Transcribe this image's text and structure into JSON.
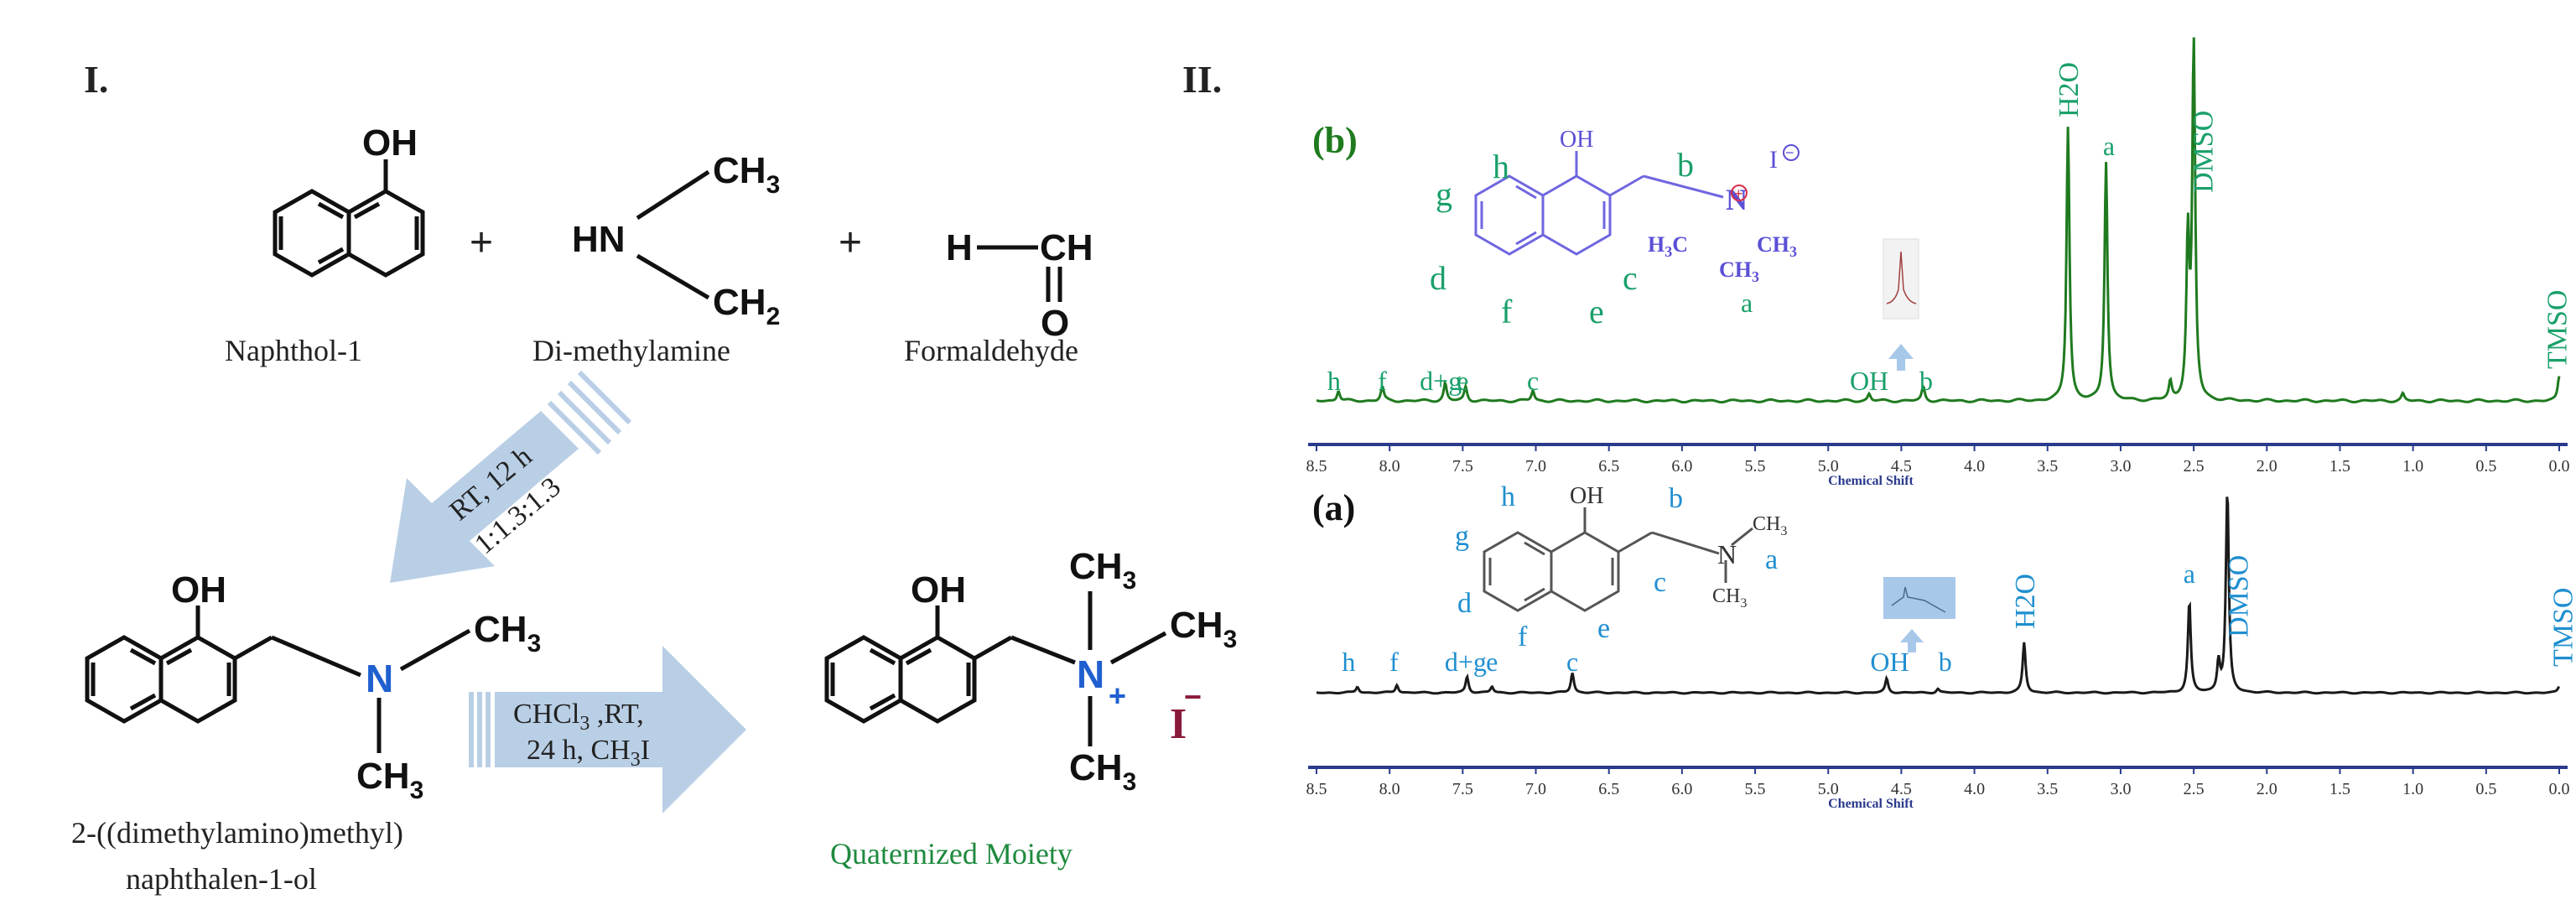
{
  "panels": {
    "scheme_label": "I.",
    "nmr_label": "II."
  },
  "reactants": {
    "naphthol": {
      "name": "Naphthol-1",
      "oh": "OH"
    },
    "plus": "+",
    "amine": {
      "name": "Di-methylamine",
      "hn": "HN",
      "ch3": "CH",
      "ch3_sub": "3",
      "ch2": "CH",
      "ch2_sub": "2"
    },
    "formaldehyde": {
      "name": "Formaldehyde",
      "h": "H",
      "ch": "CH",
      "o": "O"
    }
  },
  "step1": {
    "line1": "RT, 12 h",
    "line2": "1:1.3:1.3"
  },
  "intermediate": {
    "name_line1": "2-((dimethylamino)methyl)",
    "name_line2": "naphthalen-1-ol",
    "oh": "OH",
    "n": "N",
    "ch3": "CH",
    "sub3": "3"
  },
  "step2": {
    "line1_a": "CHCl",
    "line1_sub": "3",
    "line1_b": " ,RT,",
    "line2": "24 h, CH",
    "line2_sub": "3",
    "line2_b": "I"
  },
  "product": {
    "name": "Quaternized Moiety",
    "oh": "OH",
    "n": "N",
    "plus": "+",
    "iodide": "I",
    "minus": "−",
    "ch3": "CH",
    "sub3": "3"
  },
  "colors": {
    "arrow": "#b9cfe6",
    "spectrum_b": "#1f7a1f",
    "label_b": "#1aa06a",
    "structure_b": "#5b4fd6",
    "spectrum_a": "#1a1a1a",
    "label_a": "#1f8fd0",
    "axis": "#2a3a8c",
    "product_name": "#1e8a3e",
    "iodide": "#8a1a3a"
  },
  "chart_data": [
    {
      "type": "line",
      "panel": "(b)",
      "xlabel": "Chemical Shift",
      "ylabel": "",
      "xlim": [
        8.5,
        0.0
      ],
      "x_reversed": true,
      "tick_labels": [
        "8.5",
        "8.0",
        "7.5",
        "7.0",
        "6.5",
        "6.0",
        "5.5",
        "5.0",
        "4.5",
        "4.0",
        "3.5",
        "3.0",
        "2.5",
        "2.0",
        "1.5",
        "1.0",
        "0.5",
        "0.0"
      ],
      "peaks": [
        {
          "x": 8.35,
          "y": 0.03
        },
        {
          "x": 8.05,
          "y": 0.04
        },
        {
          "x": 7.62,
          "y": 0.05
        },
        {
          "x": 7.48,
          "y": 0.04
        },
        {
          "x": 7.02,
          "y": 0.03
        },
        {
          "x": 4.72,
          "y": 0.02
        },
        {
          "x": 4.35,
          "y": 0.04
        },
        {
          "x": 3.36,
          "y": 0.78
        },
        {
          "x": 3.1,
          "y": 0.68
        },
        {
          "x": 2.66,
          "y": 0.05
        },
        {
          "x": 2.54,
          "y": 0.45
        },
        {
          "x": 2.5,
          "y": 1.0
        },
        {
          "x": 1.07,
          "y": 0.02
        },
        {
          "x": 0.0,
          "y": 0.07
        }
      ],
      "annotations": [
        {
          "text": "h",
          "x": 8.38
        },
        {
          "text": "f",
          "x": 8.05
        },
        {
          "text": "d+g",
          "x": 7.65
        },
        {
          "text": "e",
          "x": 7.5
        },
        {
          "text": "c",
          "x": 7.02
        },
        {
          "text": "OH",
          "x": 4.72
        },
        {
          "text": "b",
          "x": 4.33
        },
        {
          "text": "H2O",
          "x": 3.36
        },
        {
          "text": "a",
          "x": 3.08
        },
        {
          "text": "DMSO",
          "x": 2.44
        },
        {
          "text": "TMSO",
          "x": 0.02
        }
      ]
    },
    {
      "type": "line",
      "panel": "(a)",
      "xlabel": "Chemical Shift",
      "ylabel": "",
      "xlim": [
        8.5,
        0.0
      ],
      "x_reversed": true,
      "tick_labels": [
        "8.5",
        "8.0",
        "7.5",
        "7.0",
        "6.5",
        "6.0",
        "5.5",
        "5.0",
        "4.5",
        "4.0",
        "3.5",
        "3.0",
        "2.5",
        "2.0",
        "1.5",
        "1.0",
        "0.5",
        "0.0"
      ],
      "peaks": [
        {
          "x": 8.22,
          "y": 0.03
        },
        {
          "x": 7.95,
          "y": 0.04
        },
        {
          "x": 7.47,
          "y": 0.08
        },
        {
          "x": 7.3,
          "y": 0.03
        },
        {
          "x": 6.75,
          "y": 0.1
        },
        {
          "x": 4.6,
          "y": 0.07
        },
        {
          "x": 4.25,
          "y": 0.02
        },
        {
          "x": 3.66,
          "y": 0.25
        },
        {
          "x": 2.53,
          "y": 0.45
        },
        {
          "x": 2.33,
          "y": 0.15
        },
        {
          "x": 2.27,
          "y": 1.0
        },
        {
          "x": 0.0,
          "y": 0.03
        }
      ],
      "annotations": [
        {
          "text": "h",
          "x": 8.28
        },
        {
          "text": "f",
          "x": 7.97
        },
        {
          "text": "d+g",
          "x": 7.48
        },
        {
          "text": "e",
          "x": 7.3
        },
        {
          "text": "c",
          "x": 6.75
        },
        {
          "text": "OH",
          "x": 4.58
        },
        {
          "text": "b",
          "x": 4.2
        },
        {
          "text": "H2O",
          "x": 3.66
        },
        {
          "text": "a",
          "x": 2.53
        },
        {
          "text": "DMSO",
          "x": 2.2
        },
        {
          "text": "TMSO",
          "x": -0.02
        }
      ]
    }
  ],
  "structure_b": {
    "oh": "OH",
    "n": "N",
    "plus": "+",
    "i": "I",
    "minus": "−",
    "h3c": "H",
    "h3c_sub": "3",
    "h3c_c": "C",
    "ch3": "CH",
    "sub3": "3",
    "letters": {
      "a": "a",
      "b": "b",
      "c": "c",
      "d": "d",
      "e": "e",
      "f": "f",
      "g": "g",
      "h": "h"
    }
  },
  "structure_a": {
    "oh": "OH",
    "n": "N",
    "ch3": "CH",
    "sub3": "3",
    "letters": {
      "a": "a",
      "b": "b",
      "c": "c",
      "d": "d",
      "e": "e",
      "f": "f",
      "g": "g",
      "h": "h"
    }
  }
}
